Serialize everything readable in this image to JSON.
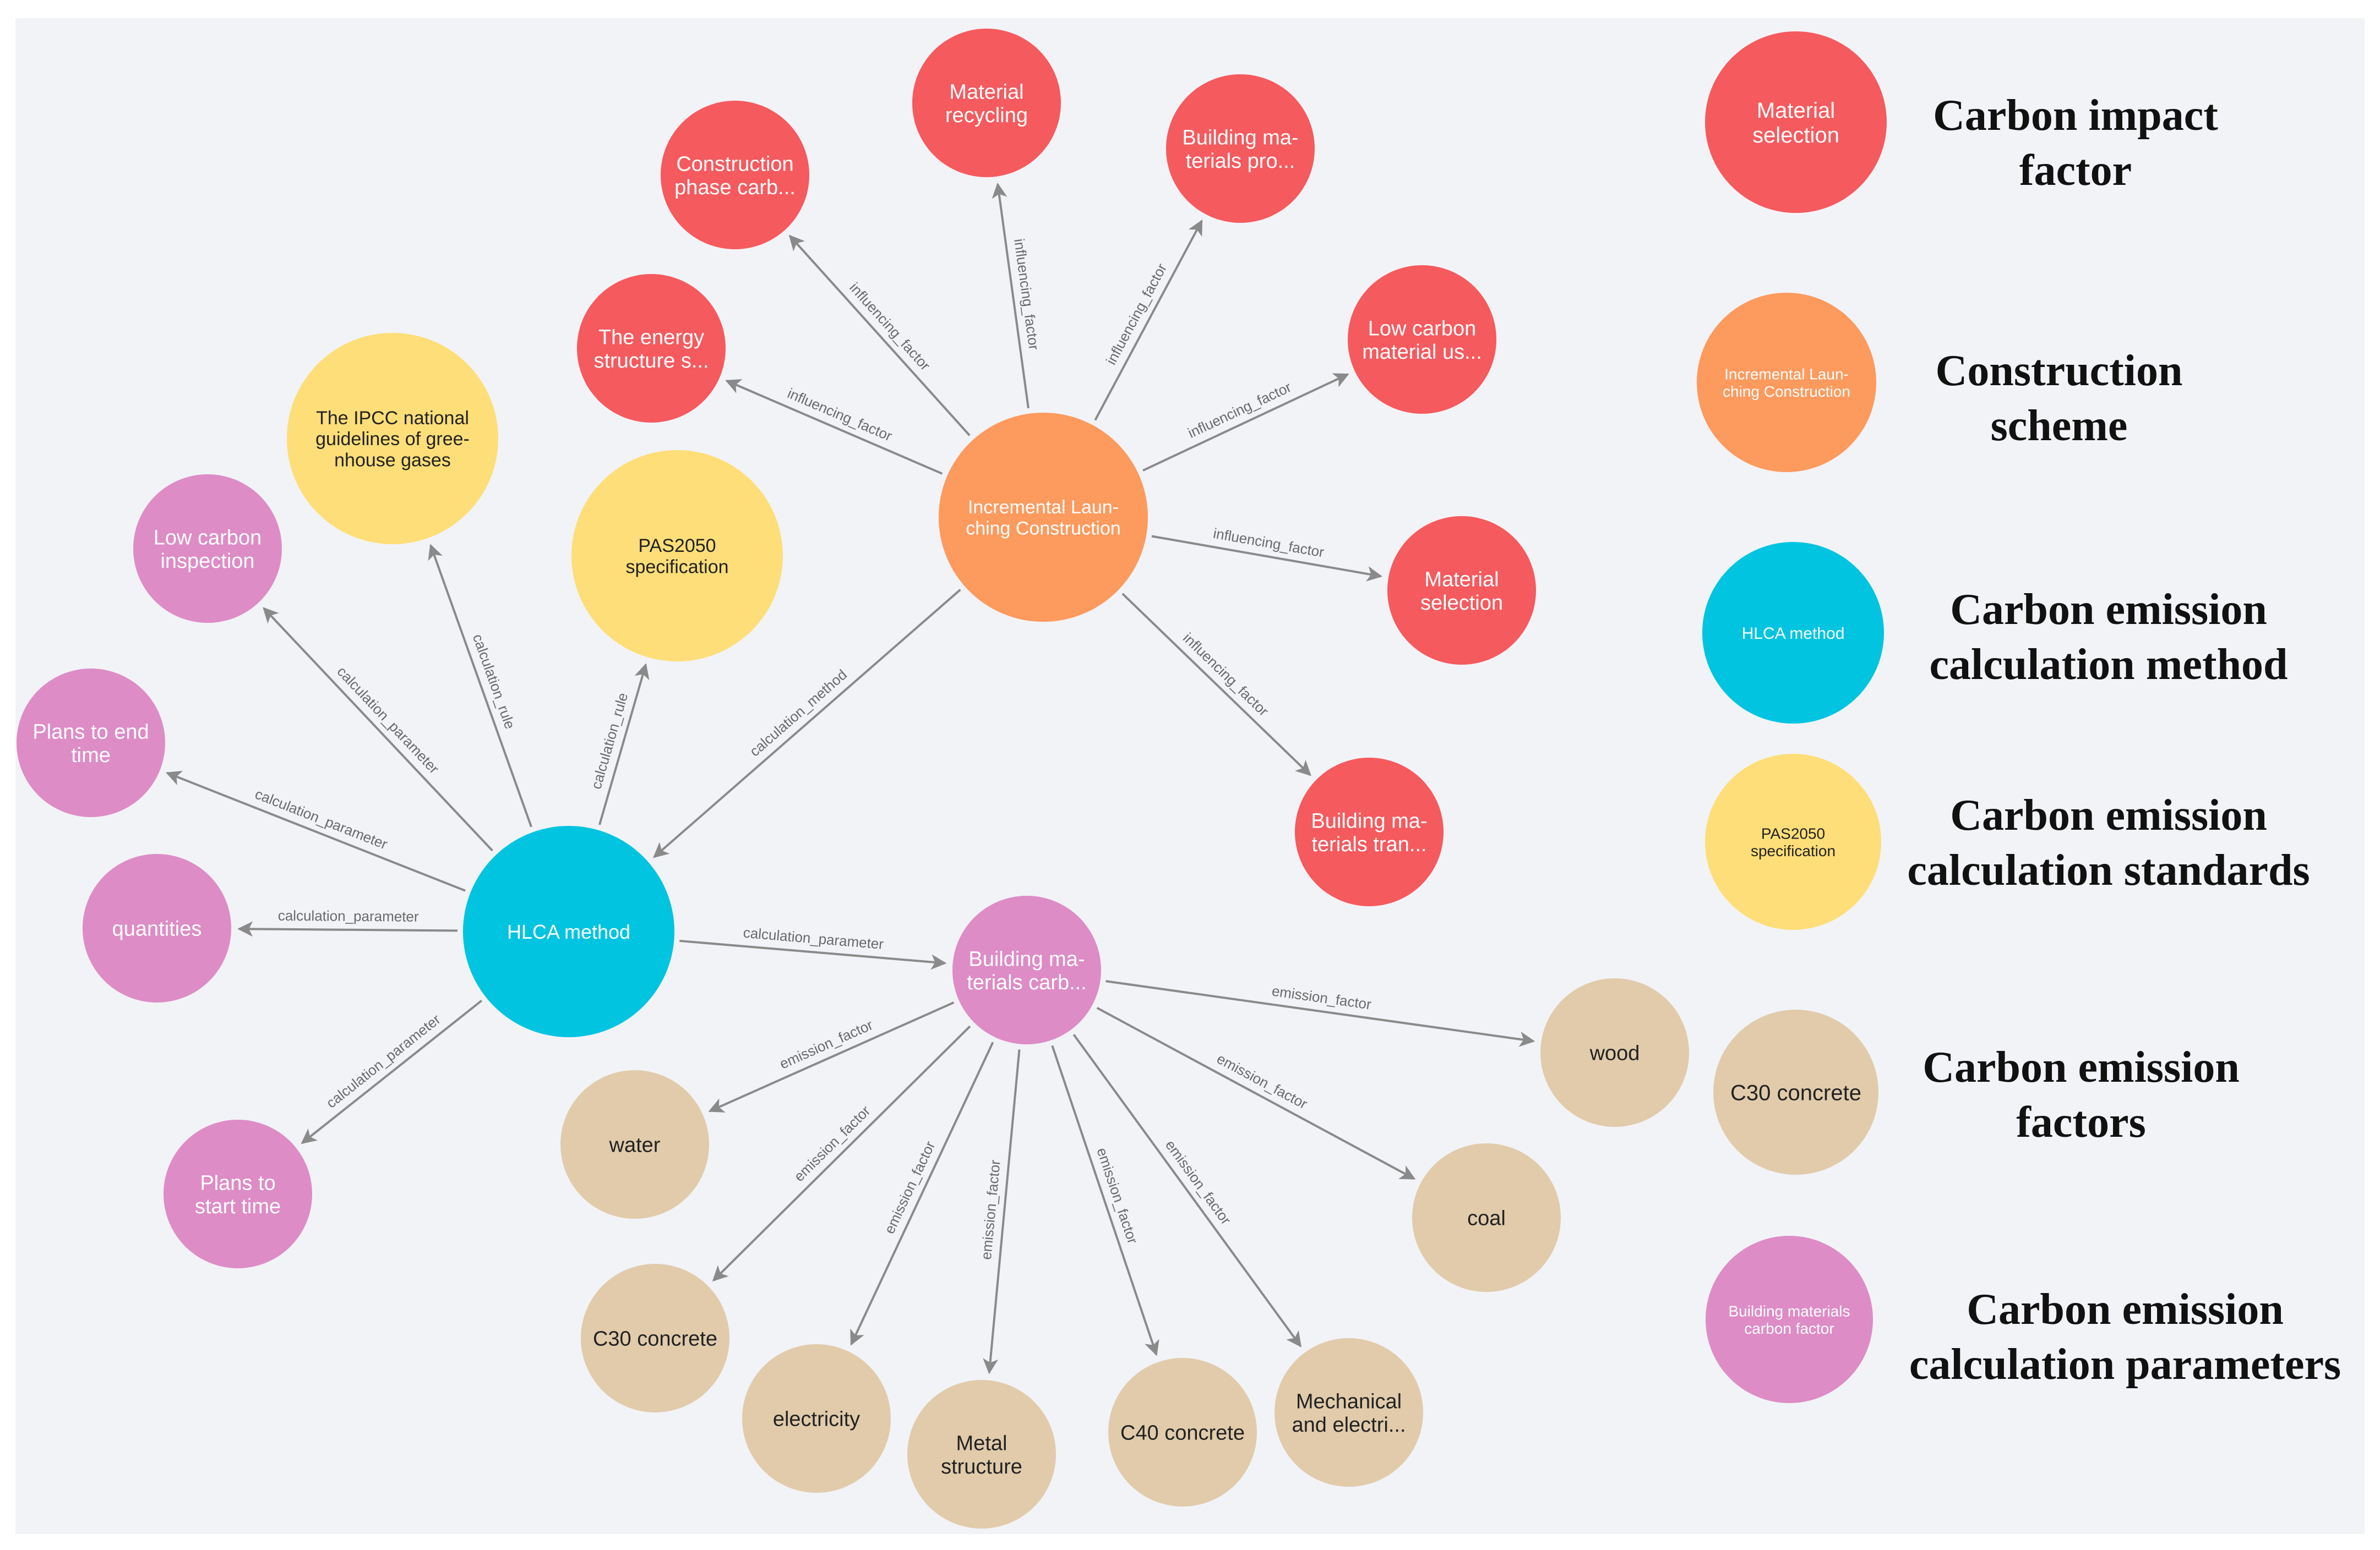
{
  "colors": {
    "impact": "#f55a5e",
    "scheme": "#fd9a5e",
    "method": "#00c4e0",
    "standard": "#fdde78",
    "parameter": "#dd8cc6",
    "factor": "#e1cbab",
    "edge": "#8a8a8a"
  },
  "nodes": [
    {
      "id": "ilc",
      "lines": [
        "Incremental Laun-",
        "ching Construction"
      ],
      "category": "scheme"
    },
    {
      "id": "mat_recycling",
      "lines": [
        "Material",
        "recycling"
      ],
      "category": "impact"
    },
    {
      "id": "constr_phase",
      "lines": [
        "Construction",
        "phase carb..."
      ],
      "category": "impact"
    },
    {
      "id": "bm_pro",
      "lines": [
        "Building ma-",
        "terials pro..."
      ],
      "category": "impact"
    },
    {
      "id": "energy",
      "lines": [
        "The energy",
        "structure s..."
      ],
      "category": "impact"
    },
    {
      "id": "low_carbon_mat",
      "lines": [
        "Low carbon",
        "material us..."
      ],
      "category": "impact"
    },
    {
      "id": "mat_selection",
      "lines": [
        "Material",
        "selection"
      ],
      "category": "impact"
    },
    {
      "id": "bm_tran",
      "lines": [
        "Building ma-",
        "terials tran..."
      ],
      "category": "impact"
    },
    {
      "id": "ipcc",
      "lines": [
        "The IPCC national",
        "guidelines of gree-",
        "nhouse gases"
      ],
      "category": "standard"
    },
    {
      "id": "pas2050",
      "lines": [
        "PAS2050",
        "specification"
      ],
      "category": "standard"
    },
    {
      "id": "hlca",
      "lines": [
        "HLCA method"
      ],
      "category": "method"
    },
    {
      "id": "low_carbon_insp",
      "lines": [
        "Low carbon",
        "inspection"
      ],
      "category": "parameter"
    },
    {
      "id": "plans_end",
      "lines": [
        "Plans to end",
        "time"
      ],
      "category": "parameter"
    },
    {
      "id": "quantities",
      "lines": [
        "quantities"
      ],
      "category": "parameter"
    },
    {
      "id": "plans_start",
      "lines": [
        "Plans to",
        "start time"
      ],
      "category": "parameter"
    },
    {
      "id": "bm_carb",
      "lines": [
        "Building ma-",
        "terials carb..."
      ],
      "category": "parameter"
    },
    {
      "id": "water",
      "lines": [
        "water"
      ],
      "category": "factor"
    },
    {
      "id": "c30",
      "lines": [
        "C30 concrete"
      ],
      "category": "factor"
    },
    {
      "id": "electricity",
      "lines": [
        "electricity"
      ],
      "category": "factor"
    },
    {
      "id": "metal",
      "lines": [
        "Metal",
        "structure"
      ],
      "category": "factor"
    },
    {
      "id": "c40",
      "lines": [
        "C40 concrete"
      ],
      "category": "factor"
    },
    {
      "id": "mech",
      "lines": [
        "Mechanical",
        "and electri..."
      ],
      "category": "factor"
    },
    {
      "id": "coal",
      "lines": [
        "coal"
      ],
      "category": "factor"
    },
    {
      "id": "wood",
      "lines": [
        "wood"
      ],
      "category": "factor"
    }
  ],
  "edges": [
    {
      "from": "ilc",
      "to": "mat_recycling",
      "label": "influencing_factor"
    },
    {
      "from": "ilc",
      "to": "constr_phase",
      "label": "influencing_factor"
    },
    {
      "from": "ilc",
      "to": "bm_pro",
      "label": "influencing_factor"
    },
    {
      "from": "ilc",
      "to": "energy",
      "label": "influencing_factor"
    },
    {
      "from": "ilc",
      "to": "low_carbon_mat",
      "label": "influencing_factor"
    },
    {
      "from": "ilc",
      "to": "mat_selection",
      "label": "influencing_factor"
    },
    {
      "from": "ilc",
      "to": "bm_tran",
      "label": "influencing_factor"
    },
    {
      "from": "ilc",
      "to": "hlca",
      "label": "calculation_method"
    },
    {
      "from": "hlca",
      "to": "ipcc",
      "label": "calculation_rule"
    },
    {
      "from": "hlca",
      "to": "pas2050",
      "label": "calculation_rule"
    },
    {
      "from": "hlca",
      "to": "low_carbon_insp",
      "label": "calculation_parameter"
    },
    {
      "from": "hlca",
      "to": "plans_end",
      "label": "calculation_parameter"
    },
    {
      "from": "hlca",
      "to": "quantities",
      "label": "calculation_parameter"
    },
    {
      "from": "hlca",
      "to": "plans_start",
      "label": "calculation_parameter"
    },
    {
      "from": "hlca",
      "to": "bm_carb",
      "label": "calculation_parameter"
    },
    {
      "from": "bm_carb",
      "to": "water",
      "label": "emission_factor"
    },
    {
      "from": "bm_carb",
      "to": "c30",
      "label": "emission_factor"
    },
    {
      "from": "bm_carb",
      "to": "electricity",
      "label": "emission_factor"
    },
    {
      "from": "bm_carb",
      "to": "metal",
      "label": "emission_factor"
    },
    {
      "from": "bm_carb",
      "to": "c40",
      "label": "emission_factor"
    },
    {
      "from": "bm_carb",
      "to": "mech",
      "label": "emission_factor"
    },
    {
      "from": "bm_carb",
      "to": "coal",
      "label": "emission_factor"
    },
    {
      "from": "bm_carb",
      "to": "wood",
      "label": "emission_factor"
    }
  ],
  "legend": [
    {
      "category": "impact",
      "sample_lines": [
        "Material",
        "selection"
      ],
      "title": "Carbon impact\nfactor"
    },
    {
      "category": "scheme",
      "sample_lines": [
        "Incremental Laun-",
        "ching Construction"
      ],
      "title": "Construction\nscheme"
    },
    {
      "category": "method",
      "sample_lines": [
        "HLCA method"
      ],
      "title": "Carbon emission\ncalculation method"
    },
    {
      "category": "standard",
      "sample_lines": [
        "PAS2050",
        "specification"
      ],
      "title": "Carbon emission\ncalculation standards"
    },
    {
      "category": "factor",
      "sample_lines": [
        "C30 concrete"
      ],
      "title": "Carbon emission\nfactors"
    },
    {
      "category": "parameter",
      "sample_lines": [
        "Building materials",
        "carbon factor"
      ],
      "title": "Carbon emission\ncalculation parameters"
    }
  ]
}
